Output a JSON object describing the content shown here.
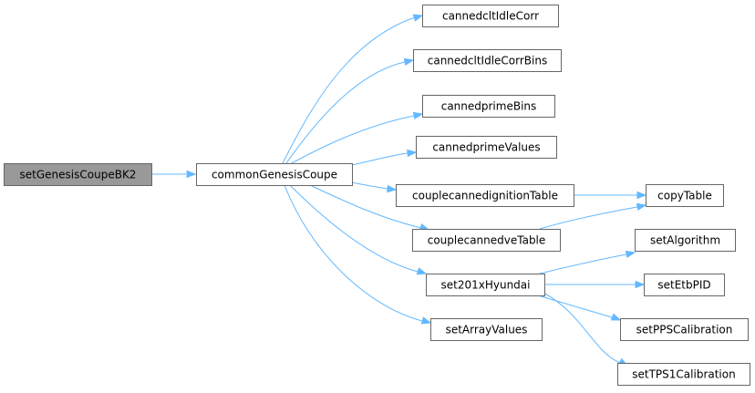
{
  "graph": {
    "colors": {
      "edge": "#63b8ff",
      "node_fill": "#ffffff",
      "root_fill": "#999999",
      "node_border": "#666666"
    },
    "nodes": [
      {
        "id": "setGenesisCoupeBK2",
        "label": "setGenesisCoupeBK2",
        "root": true
      },
      {
        "id": "commonGenesisCoupe",
        "label": "commonGenesisCoupe"
      },
      {
        "id": "cannedcltIdleCorr",
        "label": "cannedcltIdleCorr"
      },
      {
        "id": "cannedcltIdleCorrBins",
        "label": "cannedcltIdleCorrBins"
      },
      {
        "id": "cannedprimeBins",
        "label": "cannedprimeBins"
      },
      {
        "id": "cannedprimeValues",
        "label": "cannedprimeValues"
      },
      {
        "id": "couplecannedignitionTable",
        "label": "couplecannedignitionTable"
      },
      {
        "id": "couplecannedveTable",
        "label": "couplecannedveTable"
      },
      {
        "id": "set201xHyundai",
        "label": "set201xHyundai"
      },
      {
        "id": "setArrayValues",
        "label": "setArrayValues"
      },
      {
        "id": "copyTable",
        "label": "copyTable"
      },
      {
        "id": "setAlgorithm",
        "label": "setAlgorithm"
      },
      {
        "id": "setEtbPID",
        "label": "setEtbPID"
      },
      {
        "id": "setPPSCalibration",
        "label": "setPPSCalibration"
      },
      {
        "id": "setTPS1Calibration",
        "label": "setTPS1Calibration"
      }
    ],
    "edges": [
      {
        "from": "setGenesisCoupeBK2",
        "to": "commonGenesisCoupe"
      },
      {
        "from": "commonGenesisCoupe",
        "to": "cannedcltIdleCorr"
      },
      {
        "from": "commonGenesisCoupe",
        "to": "cannedcltIdleCorrBins"
      },
      {
        "from": "commonGenesisCoupe",
        "to": "cannedprimeBins"
      },
      {
        "from": "commonGenesisCoupe",
        "to": "cannedprimeValues"
      },
      {
        "from": "commonGenesisCoupe",
        "to": "couplecannedignitionTable"
      },
      {
        "from": "commonGenesisCoupe",
        "to": "couplecannedveTable"
      },
      {
        "from": "commonGenesisCoupe",
        "to": "set201xHyundai"
      },
      {
        "from": "commonGenesisCoupe",
        "to": "setArrayValues"
      },
      {
        "from": "couplecannedignitionTable",
        "to": "copyTable"
      },
      {
        "from": "couplecannedveTable",
        "to": "copyTable"
      },
      {
        "from": "set201xHyundai",
        "to": "setAlgorithm"
      },
      {
        "from": "set201xHyundai",
        "to": "setEtbPID"
      },
      {
        "from": "set201xHyundai",
        "to": "setPPSCalibration"
      },
      {
        "from": "set201xHyundai",
        "to": "setTPS1Calibration"
      }
    ]
  }
}
